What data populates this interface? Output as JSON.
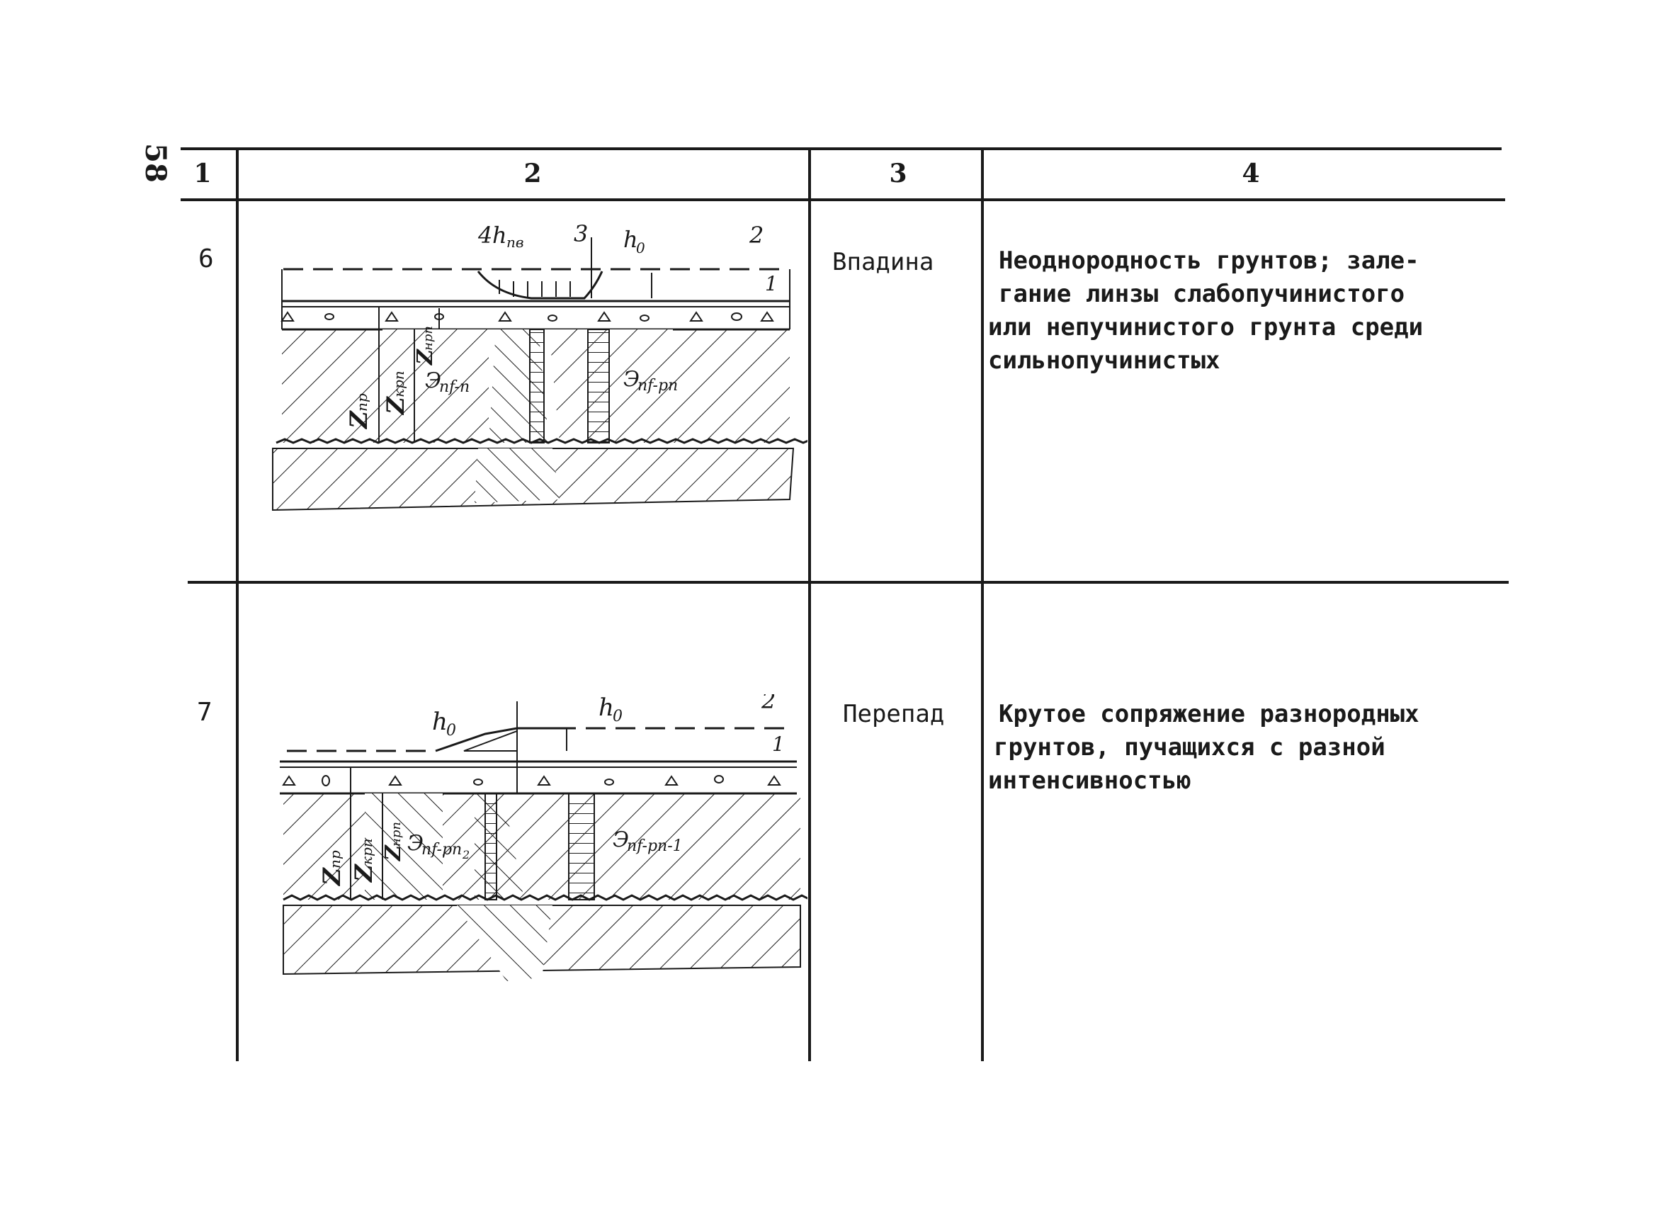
{
  "page_number": "58",
  "table": {
    "column_headers": [
      "1",
      "2",
      "3",
      "4"
    ],
    "rows": [
      {
        "number": "6",
        "form": "Впадина",
        "cause_lines": [
          "Неоднородность грунтов; зале-",
          "гание линзы слабопучинистого",
          "или непучинистого грунта среди",
          "сильнопучинистых"
        ],
        "diagram_labels": {
          "callout_4": "4",
          "h_pv": "h",
          "h_pv_sub": "пв",
          "callout_3": "3",
          "h0": "h",
          "h0_sub": "0",
          "callout_2": "2",
          "callout_1": "1",
          "z_pr": "Z",
          "z_pr_sub": "пр",
          "z_krp": "Z",
          "z_krp_sub": "крп",
          "z_nrp": "Z",
          "z_nrp_sub": "нрп",
          "e_nf_n": "Э",
          "e_nf_n_sub": "nf-n",
          "e_nf_pn": "Э",
          "e_nf_pn_sub": "nf-pn"
        }
      },
      {
        "number": "7",
        "form": "Перепад",
        "cause_lines": [
          "Крутое сопряжение разнородных",
          "грунтов, пучащихся с разной",
          "интенсивностью"
        ],
        "diagram_labels": {
          "h0_left": "h",
          "h0_left_sub": "0",
          "h0_right": "h",
          "h0_right_sub": "0",
          "callout_2": "2",
          "callout_1": "1",
          "z_pr": "Z",
          "z_pr_sub": "пр",
          "z_krp": "Z",
          "z_krp_sub": "крп",
          "z_nrp": "Z",
          "z_nrp_sub": "нрп",
          "e_nf_pn2": "Э",
          "e_nf_pn2_sub": "nf-pn",
          "e_nf_pn2_index": "2",
          "e_nf_pn1": "Э",
          "e_nf_pn1_sub": "nf-pn-1"
        }
      }
    ]
  }
}
